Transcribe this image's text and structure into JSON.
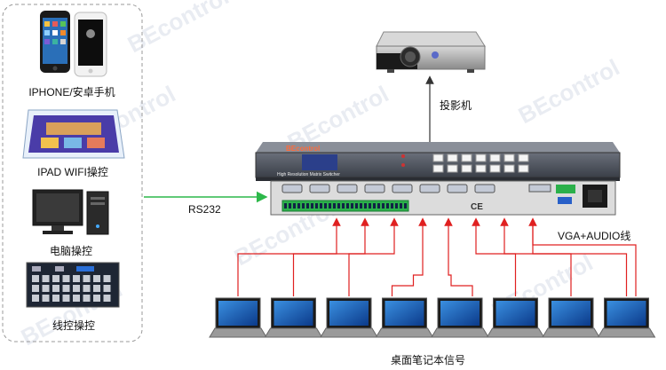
{
  "left_panel": {
    "devices": [
      {
        "label": "IPHONE/安卓手机",
        "icon": "smartphone-icon"
      },
      {
        "label": "IPAD WIFI操控",
        "icon": "tablet-icon"
      },
      {
        "label": "电脑操控",
        "icon": "desktop-computer-icon"
      },
      {
        "label": "线控操控",
        "icon": "wired-control-panel-icon"
      }
    ]
  },
  "projector": {
    "label": "投影机",
    "icon": "projector-icon"
  },
  "matrix": {
    "brand": "BEcontrol",
    "model": "High Resolution Matrix Switcher",
    "icon": "matrix-switcher-icon"
  },
  "links": {
    "rs232": "RS232",
    "vga_audio": "VGA+AUDIO线"
  },
  "sources": {
    "label": "桌面笔记本信号",
    "count": 8,
    "icon": "laptop-icon"
  },
  "watermark": "BEcontrol",
  "colors": {
    "control_line": "#2db84a",
    "signal_line": "#e02020",
    "output_line": "#333333",
    "panel_border": "#999999"
  }
}
